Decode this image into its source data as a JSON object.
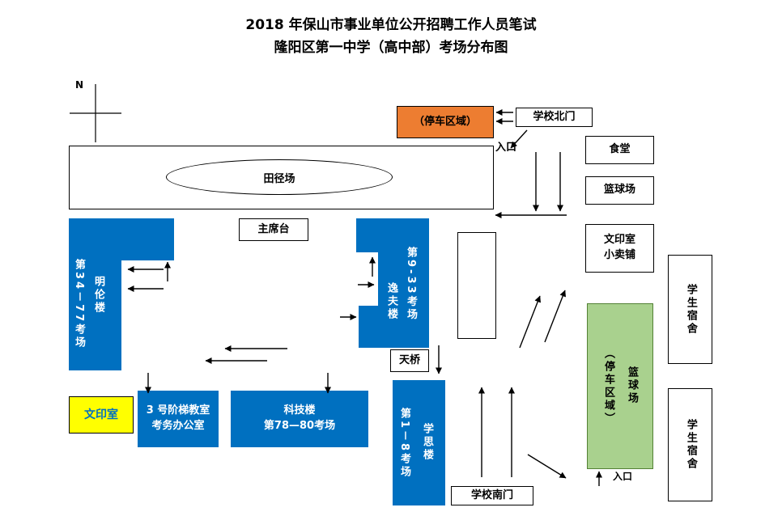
{
  "title": {
    "line1": "2018 年保山市事业单位公开招聘工作人员笔试",
    "line2": "隆阳区第一中学（高中部）考场分布图"
  },
  "compass": {
    "label": "N"
  },
  "colors": {
    "building_blue": "#0070C0",
    "parking_orange": "#ED7D31",
    "print_room_yellow": "#FFFF00",
    "parking_green": "#A9D18E",
    "print_room_text": "#0070C0"
  },
  "areas": {
    "parking_north": {
      "label": "（停车区域）"
    },
    "north_gate": {
      "label": "学校北门"
    },
    "entrance_north": {
      "label": "入口"
    },
    "canteen": {
      "label": "食堂"
    },
    "basketball_court": {
      "label": "篮球场"
    },
    "print_shop": {
      "line1": "文印室",
      "line2": "小卖铺"
    },
    "track_field": {
      "label": "田径场"
    },
    "rostrum": {
      "label": "主席台"
    },
    "minglun": {
      "name": "明伦楼",
      "rooms": "第34－77考场"
    },
    "yifu": {
      "name": "逸夫楼",
      "rooms": "第9-33考场"
    },
    "bridge": {
      "label": "天桥"
    },
    "print_room": {
      "label": "文印室"
    },
    "lecture_hall": {
      "line1": "3 号阶梯教室",
      "line2": "考务办公室"
    },
    "tech_building": {
      "line1": "科技楼",
      "line2": "第78—80考场"
    },
    "xuesi": {
      "name": "学思楼",
      "rooms": "第1－8考场"
    },
    "south_gate": {
      "label": "学校南门"
    },
    "basketball_parking": {
      "name": "篮球场",
      "note": "（停车区域）"
    },
    "dorm_north": {
      "label": "学生宿舍"
    },
    "dorm_south": {
      "label": "学生宿舍"
    },
    "entrance_south": {
      "label": "入口"
    }
  }
}
